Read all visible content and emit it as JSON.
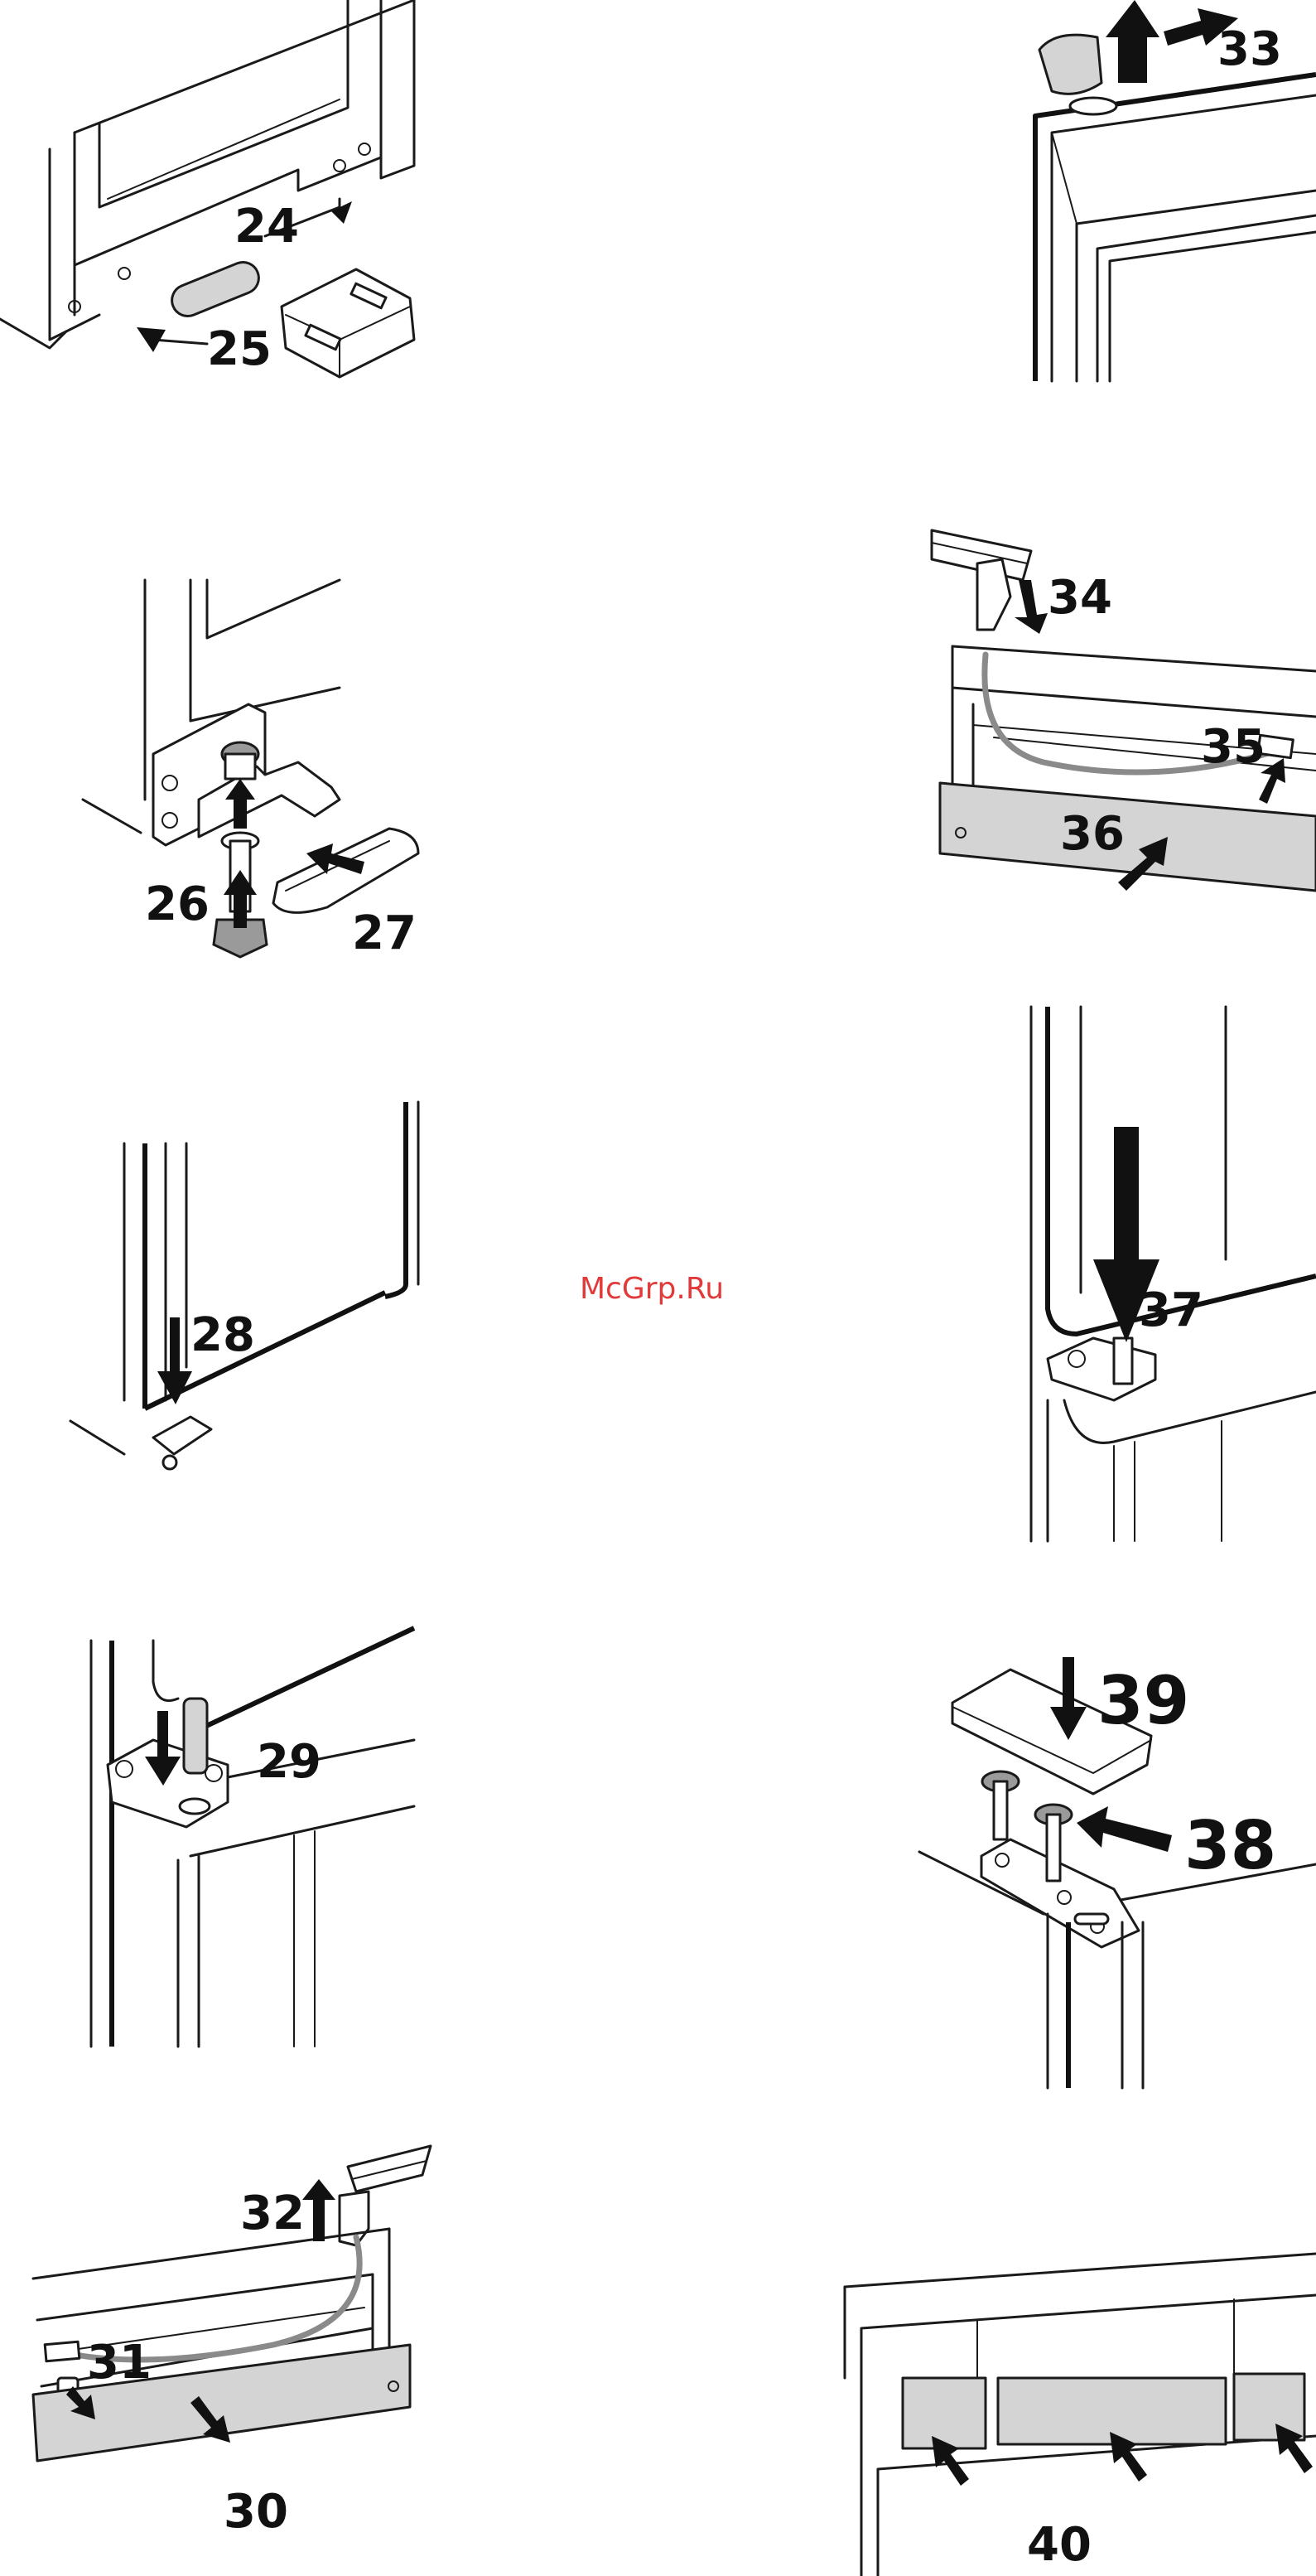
{
  "watermark": "McGrp.Ru",
  "steps": {
    "s24": "24",
    "s25": "25",
    "s26": "26",
    "s27": "27",
    "s28": "28",
    "s29": "29",
    "s30": "30",
    "s31": "31",
    "s32": "32",
    "s33": "33",
    "s34": "34",
    "s35": "35",
    "s36": "36",
    "s37": "37",
    "s38": "38",
    "s39": "39",
    "s40": "40"
  }
}
